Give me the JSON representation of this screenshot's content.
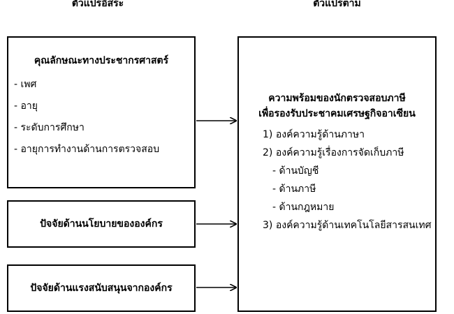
{
  "headings": {
    "independent": "ตัวแปรอิสระ",
    "dependent": "ตัวแปรตาม"
  },
  "demographics": {
    "title": "คุณลักษณะทางประชากรศาสตร์",
    "items": [
      "- เพศ",
      "- อายุ",
      "- ระดับการศึกษา",
      "- อายุการทำงานด้านการตรวจสอบ"
    ]
  },
  "policy": {
    "title": "ปัจจัยด้านนโยบายขององค์กร"
  },
  "support": {
    "title": "ปัจจัยด้านแรงสนับสนุนจากองค์กร"
  },
  "dependent_box": {
    "title_line1": "ความพร้อมของนักตรวจสอบภาษี",
    "title_line2": "เพื่อรองรับประชาคมเศรษฐกิจอาเซียน",
    "items": [
      {
        "text": "1)  องค์ความรู้ด้านภาษา",
        "level": 1
      },
      {
        "text": "2)  องค์ความรู้เรื่องการจัดเก็บภาษี",
        "level": 1
      },
      {
        "text": "- ด้านบัญชี",
        "level": 2
      },
      {
        "text": "- ด้านภาษี",
        "level": 2
      },
      {
        "text": "- ด้านกฎหมาย",
        "level": 2
      },
      {
        "text": "3)  องค์ความรู้ด้านเทคโนโลยีสารสนเทศ",
        "level": 1
      }
    ]
  }
}
